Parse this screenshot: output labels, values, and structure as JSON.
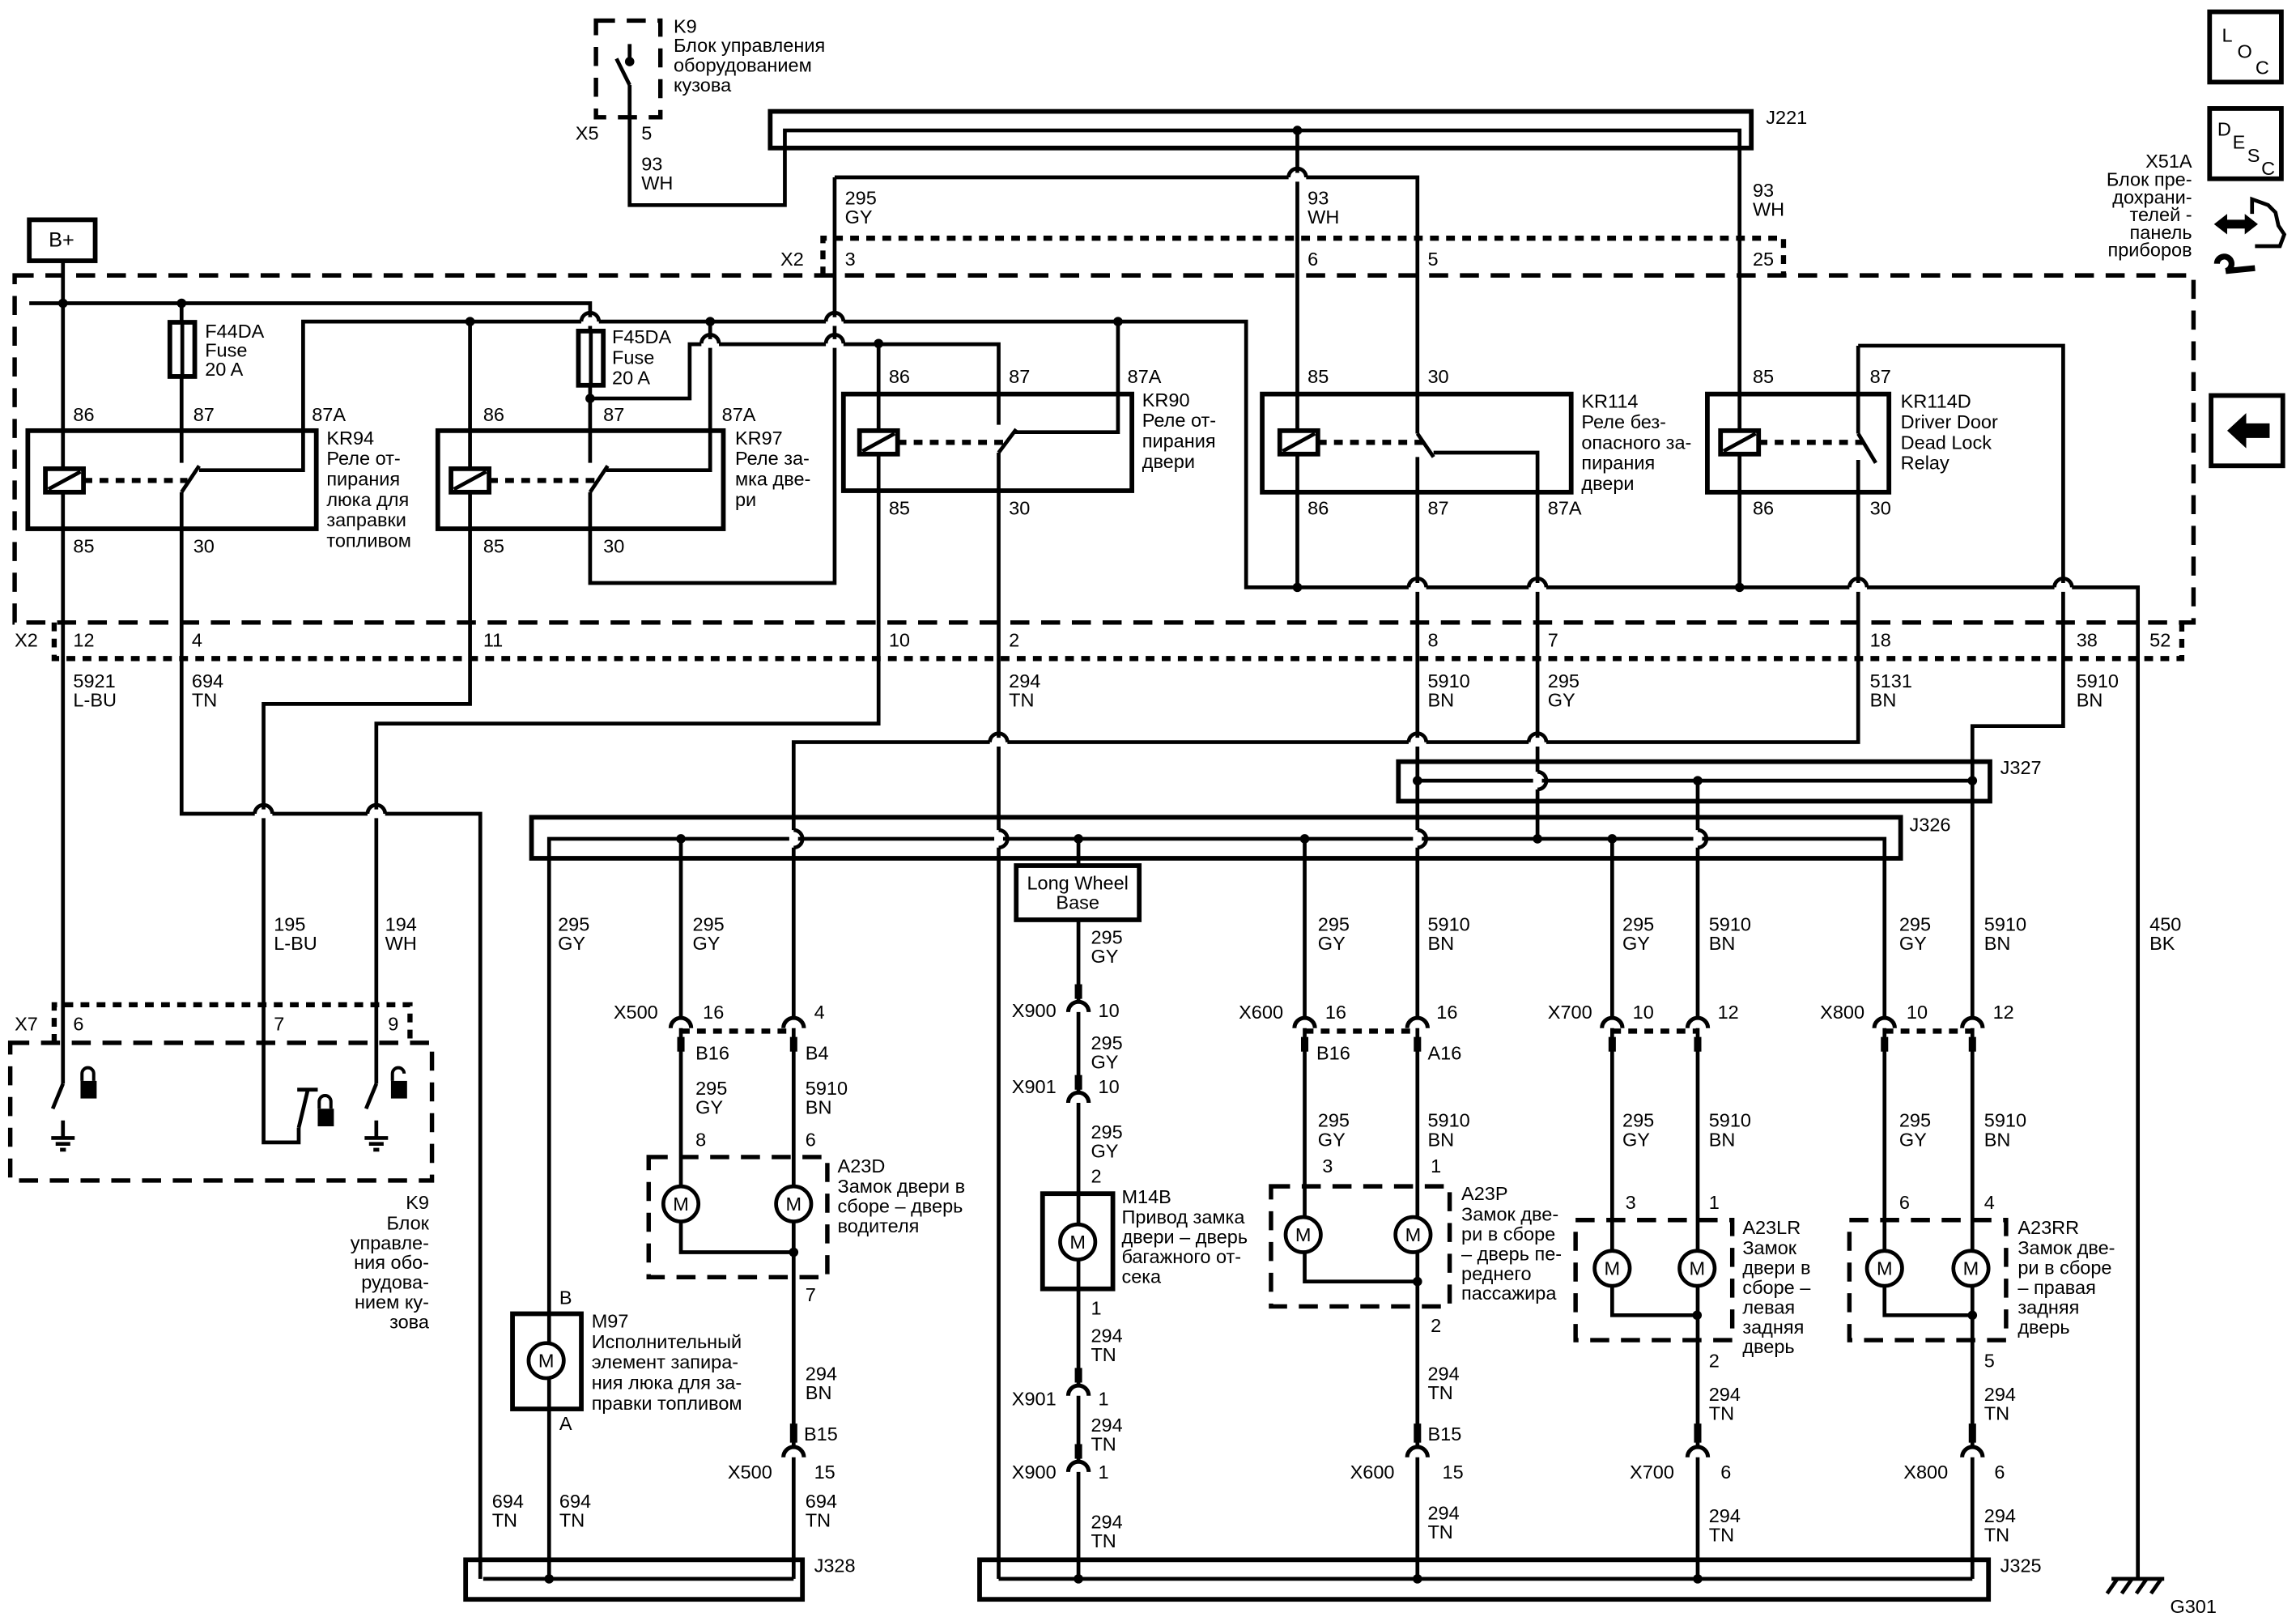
{
  "nav": {
    "loc": [
      "L",
      "O",
      "C"
    ],
    "desc": [
      "D",
      "E",
      "S",
      "C"
    ]
  },
  "x51a": {
    "id": "X51A",
    "desc": [
      "Блок пре-",
      "дохрани-",
      "телей -",
      "панель",
      "приборов"
    ]
  },
  "supply": "B+",
  "k9_top": {
    "id": "K9",
    "desc": [
      "Блок управления",
      "оборудованием",
      "кузова"
    ],
    "connector": "X5",
    "pin": "5"
  },
  "k9_bottom": {
    "id": "K9",
    "desc": [
      "Блок",
      "управле-",
      "ния обо-",
      "рудова-",
      "нием ку-",
      "зова"
    ],
    "connector": "X7",
    "pins": [
      "6",
      "7",
      "9"
    ]
  },
  "splices": {
    "j221": "J221",
    "j327": "J327",
    "j326": "J326",
    "j328": "J328",
    "j325": "J325"
  },
  "ground": "G301",
  "fuses": [
    {
      "id": "F44DA",
      "type": "Fuse",
      "rating": "20 A"
    },
    {
      "id": "F45DA",
      "type": "Fuse",
      "rating": "20 A"
    }
  ],
  "relays": [
    {
      "id": "KR94",
      "desc": [
        "Реле от-",
        "пирания",
        "люка для",
        "заправки",
        "топливом"
      ],
      "pins": [
        "86",
        "87",
        "87A",
        "85",
        "30"
      ]
    },
    {
      "id": "KR97",
      "desc": [
        "Реле за-",
        "мка две-",
        "ри"
      ],
      "pins": [
        "86",
        "87",
        "87A",
        "85",
        "30"
      ]
    },
    {
      "id": "KR90",
      "desc": [
        "Реле от-",
        "пирания",
        "двери"
      ],
      "pins": [
        "86",
        "87",
        "87A",
        "85",
        "30"
      ]
    },
    {
      "id": "KR114",
      "desc": [
        "Реле без-",
        "опасного за-",
        "пирания",
        "двери"
      ],
      "pins": [
        "85",
        "30",
        "86",
        "87",
        "87A"
      ]
    },
    {
      "id": "KR114D",
      "desc": [
        "Driver Door",
        "Dead Lock",
        "Relay"
      ],
      "pins": [
        "85",
        "87",
        "86",
        "30"
      ]
    }
  ],
  "x2": {
    "id": "X2",
    "top_pins": [
      "3",
      "6",
      "5",
      "25"
    ],
    "bottom_pins": [
      "12",
      "4",
      "11",
      "10",
      "2",
      "8",
      "7",
      "18",
      "38",
      "52"
    ]
  },
  "wire_labels": [
    [
      "93",
      "WH"
    ],
    [
      "295",
      "GY"
    ],
    [
      "93",
      "WH"
    ],
    [
      "93",
      "WH"
    ],
    [
      "5921",
      "L-BU"
    ],
    [
      "694",
      "TN"
    ],
    [
      "294",
      "TN"
    ],
    [
      "5910",
      "BN"
    ],
    [
      "295",
      "GY"
    ],
    [
      "5131",
      "BN"
    ],
    [
      "5910",
      "BN"
    ],
    [
      "195",
      "L-BU"
    ],
    [
      "194",
      "WH"
    ],
    [
      "295",
      "GY"
    ],
    [
      "295",
      "GY"
    ],
    [
      "295",
      "GY"
    ],
    [
      "5910",
      "BN"
    ],
    [
      "295",
      "GY"
    ],
    [
      "5910",
      "BN"
    ],
    [
      "295",
      "GY"
    ],
    [
      "5910",
      "BN"
    ],
    [
      "450",
      "BK"
    ],
    [
      "295",
      "GY"
    ],
    [
      "295",
      "GY"
    ],
    [
      "295",
      "GY"
    ],
    [
      "295",
      "GY"
    ],
    [
      "5910",
      "BN"
    ],
    [
      "295",
      "GY"
    ],
    [
      "5910",
      "BN"
    ],
    [
      "295",
      "GY"
    ],
    [
      "5910",
      "BN"
    ],
    [
      "295",
      "GY"
    ],
    [
      "5910",
      "BN"
    ],
    [
      "294",
      "BN"
    ],
    [
      "694",
      "TN"
    ],
    [
      "694",
      "TN"
    ],
    [
      "694",
      "TN"
    ],
    [
      "294",
      "TN"
    ],
    [
      "294",
      "TN"
    ],
    [
      "294",
      "TN"
    ],
    [
      "294",
      "TN"
    ],
    [
      "294",
      "TN"
    ],
    [
      "294",
      "TN"
    ],
    [
      "294",
      "TN"
    ],
    [
      "294",
      "TN"
    ],
    [
      "294",
      "TN"
    ]
  ],
  "inline_connectors": [
    {
      "id": "X500",
      "pins": [
        "16",
        "4"
      ],
      "terminals": [
        "B16",
        "B4"
      ]
    },
    {
      "id": "X600",
      "pins": [
        "16",
        "16"
      ],
      "terminals": [
        "B16",
        "A16"
      ]
    },
    {
      "id": "X700",
      "pins": [
        "10",
        "12"
      ]
    },
    {
      "id": "X800",
      "pins": [
        "10",
        "12"
      ]
    },
    {
      "id": "X900",
      "pins": [
        "10"
      ]
    },
    {
      "id": "X901",
      "pins": [
        "10"
      ]
    },
    {
      "id": "X901",
      "pins": [
        "1"
      ]
    },
    {
      "id": "X900",
      "pins": [
        "1"
      ]
    },
    {
      "id": "X500",
      "pins": [
        "15"
      ],
      "terminals": [
        "B15"
      ]
    },
    {
      "id": "X600",
      "pins": [
        "15"
      ],
      "terminals": [
        "B15"
      ]
    },
    {
      "id": "X700",
      "pins": [
        "6"
      ]
    },
    {
      "id": "X800",
      "pins": [
        "6"
      ]
    }
  ],
  "long_wheel_base": [
    "Long Wheel",
    "Base"
  ],
  "motor_symbol": "M",
  "components": {
    "m97": {
      "id": "M97",
      "desc": [
        "Исполнительный",
        "элемент запира-",
        "ния люка для за-",
        "правки топливом"
      ],
      "pins": [
        "B",
        "A"
      ]
    },
    "a23d": {
      "id": "A23D",
      "desc": [
        "Замок двери в",
        "сборе – дверь",
        "водителя"
      ],
      "pins": [
        "8",
        "6",
        "7"
      ]
    },
    "m14b": {
      "id": "M14B",
      "desc": [
        "Привод замка",
        "двери – дверь",
        "багажного от-",
        "сека"
      ],
      "pins": [
        "2",
        "1"
      ]
    },
    "a23p": {
      "id": "A23P",
      "desc": [
        "Замок две-",
        "ри в сборе",
        "– дверь пе-",
        "реднего",
        "пассажира"
      ],
      "pins": [
        "3",
        "1",
        "2"
      ]
    },
    "a23lr": {
      "id": "A23LR",
      "desc": [
        "Замок",
        "двери в",
        "сборе –",
        "левая",
        "задняя",
        "дверь"
      ],
      "pins": [
        "3",
        "1",
        "2"
      ]
    },
    "a23rr": {
      "id": "A23RR",
      "desc": [
        "Замок две-",
        "ри в сборе",
        "– правая",
        "задняя",
        "дверь"
      ],
      "pins": [
        "6",
        "4",
        "5"
      ]
    }
  }
}
